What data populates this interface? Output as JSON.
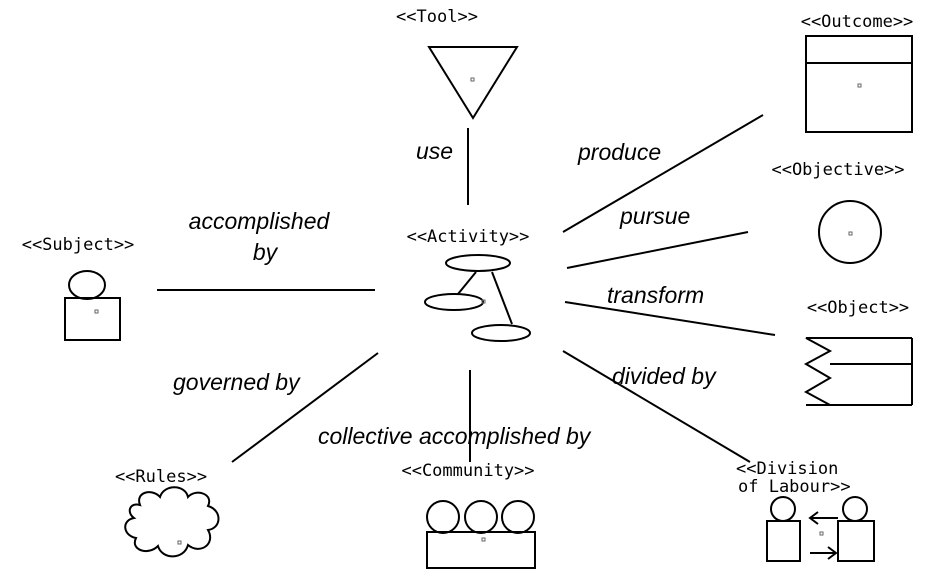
{
  "nodes": {
    "tool": "<<Tool>>",
    "outcome": "<<Outcome>>",
    "objective": "<<Objective>>",
    "subject": "<<Subject>>",
    "activity": "<<Activity>>",
    "object": "<<Object>>",
    "rules": "<<Rules>>",
    "community": "<<Community>>",
    "division_line1": "<<Division",
    "division_line2": "of Labour>>"
  },
  "relations": {
    "use": "use",
    "produce": "produce",
    "pursue": "pursue",
    "accomplished_line1": "accomplished",
    "accomplished_line2": "by",
    "transform": "transform",
    "governed_by": "governed by",
    "divided_by": "divided by",
    "collective": "collective accomplished by"
  }
}
